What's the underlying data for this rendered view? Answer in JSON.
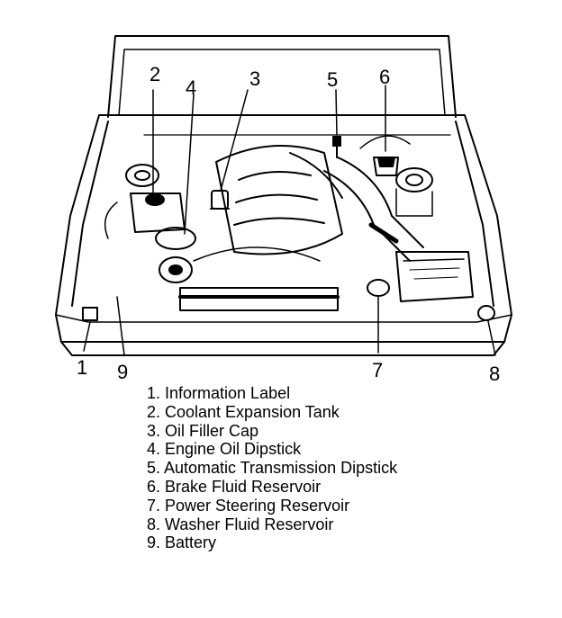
{
  "callouts": {
    "n1": "1",
    "n2": "2",
    "n3": "3",
    "n4": "4",
    "n5": "5",
    "n6": "6",
    "n7": "7",
    "n8": "8",
    "n9": "9"
  },
  "legend": [
    "1. Information Label",
    "2. Coolant Expansion Tank",
    "3. Oil Filler Cap",
    "4. Engine Oil Dipstick",
    "5. Automatic Transmission Dipstick",
    "6. Brake Fluid Reservoir",
    "7. Power Steering Reservoir",
    "8. Washer Fluid Reservoir",
    "9. Battery"
  ]
}
